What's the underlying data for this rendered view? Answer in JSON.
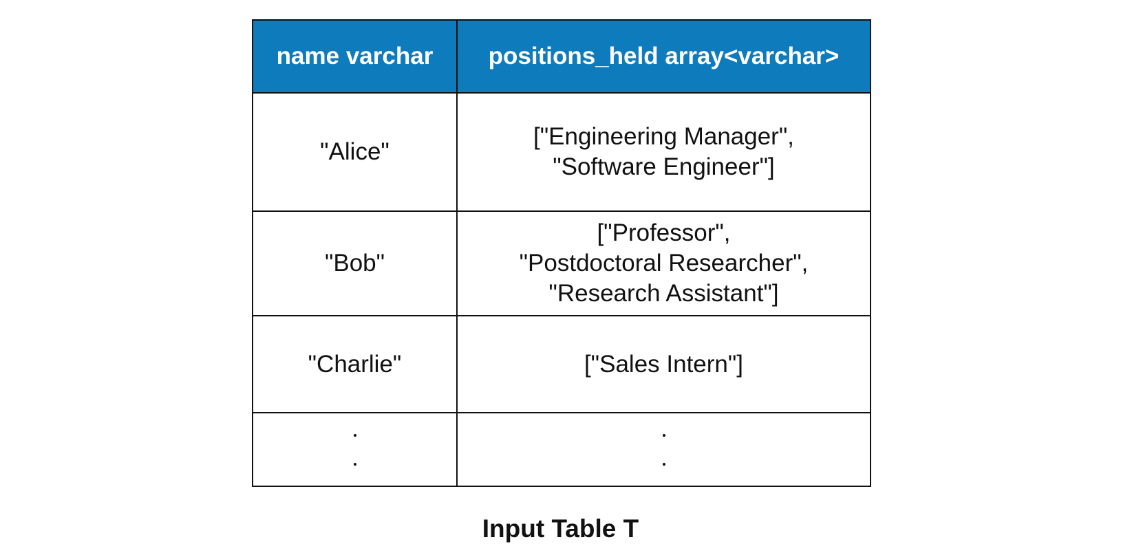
{
  "table": {
    "headers": [
      "name varchar",
      "positions_held array<varchar>"
    ],
    "rows": [
      {
        "name": "\"Alice\"",
        "positions": [
          "[\"Engineering Manager\",",
          "\"Software Engineer\"]"
        ]
      },
      {
        "name": "\"Bob\"",
        "positions": [
          "[\"Professor\",",
          "\"Postdoctoral Researcher\",",
          "\"Research Assistant\"]"
        ]
      },
      {
        "name": "\"Charlie\"",
        "positions": [
          "[\"Sales Intern\"]"
        ]
      }
    ],
    "continuation": "vertical-ellipsis"
  },
  "caption": "Input Table T",
  "colors": {
    "header_bg": "#0e7bbd",
    "header_text": "#ffffff",
    "border": "#111111"
  }
}
